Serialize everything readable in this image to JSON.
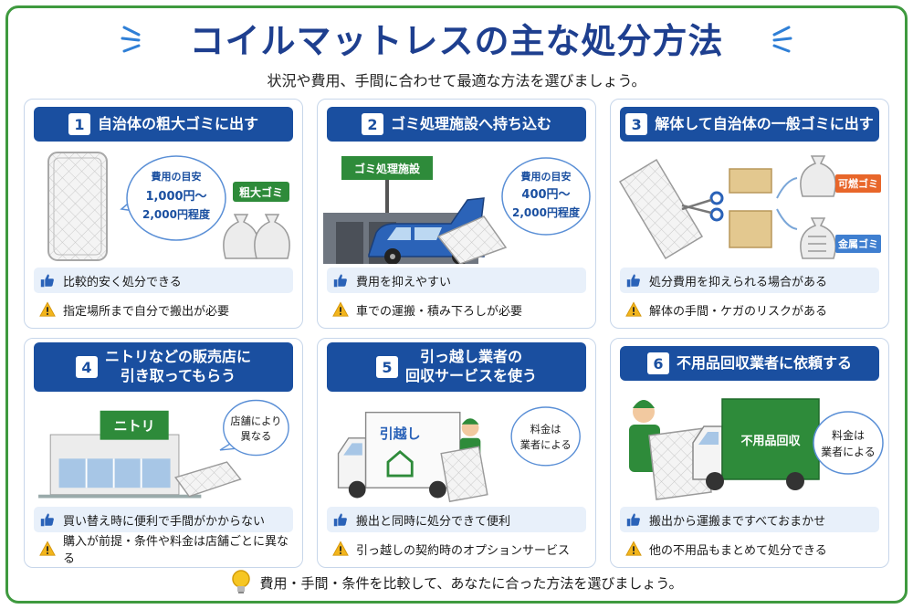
{
  "header": {
    "title": "コイルマットレスの主な処分方法",
    "subtitle": "状況や費用、手間に合わせて最適な方法を選びましょう。"
  },
  "cards": [
    {
      "num": "1",
      "title": "自治体の粗大ゴミに出す",
      "cost_label": "費用の目安",
      "cost_line1": "1,000円〜",
      "cost_line2": "2,000円程度",
      "tag": "粗大ゴミ",
      "pro": "比較的安く処分できる",
      "con": "指定場所まで自分で搬出が必要"
    },
    {
      "num": "2",
      "title": "ゴミ処理施設へ持ち込む",
      "facility_sign": "ゴミ処理施設",
      "cost_label": "費用の目安",
      "cost_line1": "400円〜",
      "cost_line2": "2,000円程度",
      "pro": "費用を抑えやすい",
      "con": "車での運搬・積み下ろしが必要"
    },
    {
      "num": "3",
      "title": "解体して自治体の一般ゴミに出す",
      "tag_burnable": "可燃ゴミ",
      "tag_metal": "金属ゴミ",
      "pro": "処分費用を抑えられる場合がある",
      "con": "解体の手間・ケガのリスクがある"
    },
    {
      "num": "4",
      "title_line1": "ニトリなどの販売店に",
      "title_line2": "引き取ってもらう",
      "store_sign": "ニトリ",
      "bubble_line1": "店舗により",
      "bubble_line2": "異なる",
      "pro": "買い替え時に便利で手間がかからない",
      "con": "購入が前提・条件や料金は店舗ごとに異なる"
    },
    {
      "num": "5",
      "title_line1": "引っ越し業者の",
      "title_line2": "回収サービスを使う",
      "truck_label": "引越し",
      "bubble_line1": "料金は",
      "bubble_line2": "業者による",
      "pro": "搬出と同時に処分できて便利",
      "con": "引っ越しの契約時のオプションサービス"
    },
    {
      "num": "6",
      "title": "不用品回収業者に依頼する",
      "truck_label": "不用品回収",
      "bubble_line1": "料金は",
      "bubble_line2": "業者による",
      "pro": "搬出から運搬まですべておまかせ",
      "con": "他の不用品もまとめて処分できる"
    }
  ],
  "footer": {
    "text": "費用・手間・条件を比較して、あなたに合った方法を選びましょう。"
  },
  "colors": {
    "primary": "#1a4fa0",
    "title": "#1e3f8f",
    "frame": "#3f9a3f",
    "green_tag": "#2e8b3a",
    "orange_tag": "#e8662a",
    "blue_tag": "#3f7fd0",
    "warning": "#f2b51c"
  },
  "icons": [
    "thumbs-up-icon",
    "warning-icon",
    "lightbulb-icon"
  ]
}
